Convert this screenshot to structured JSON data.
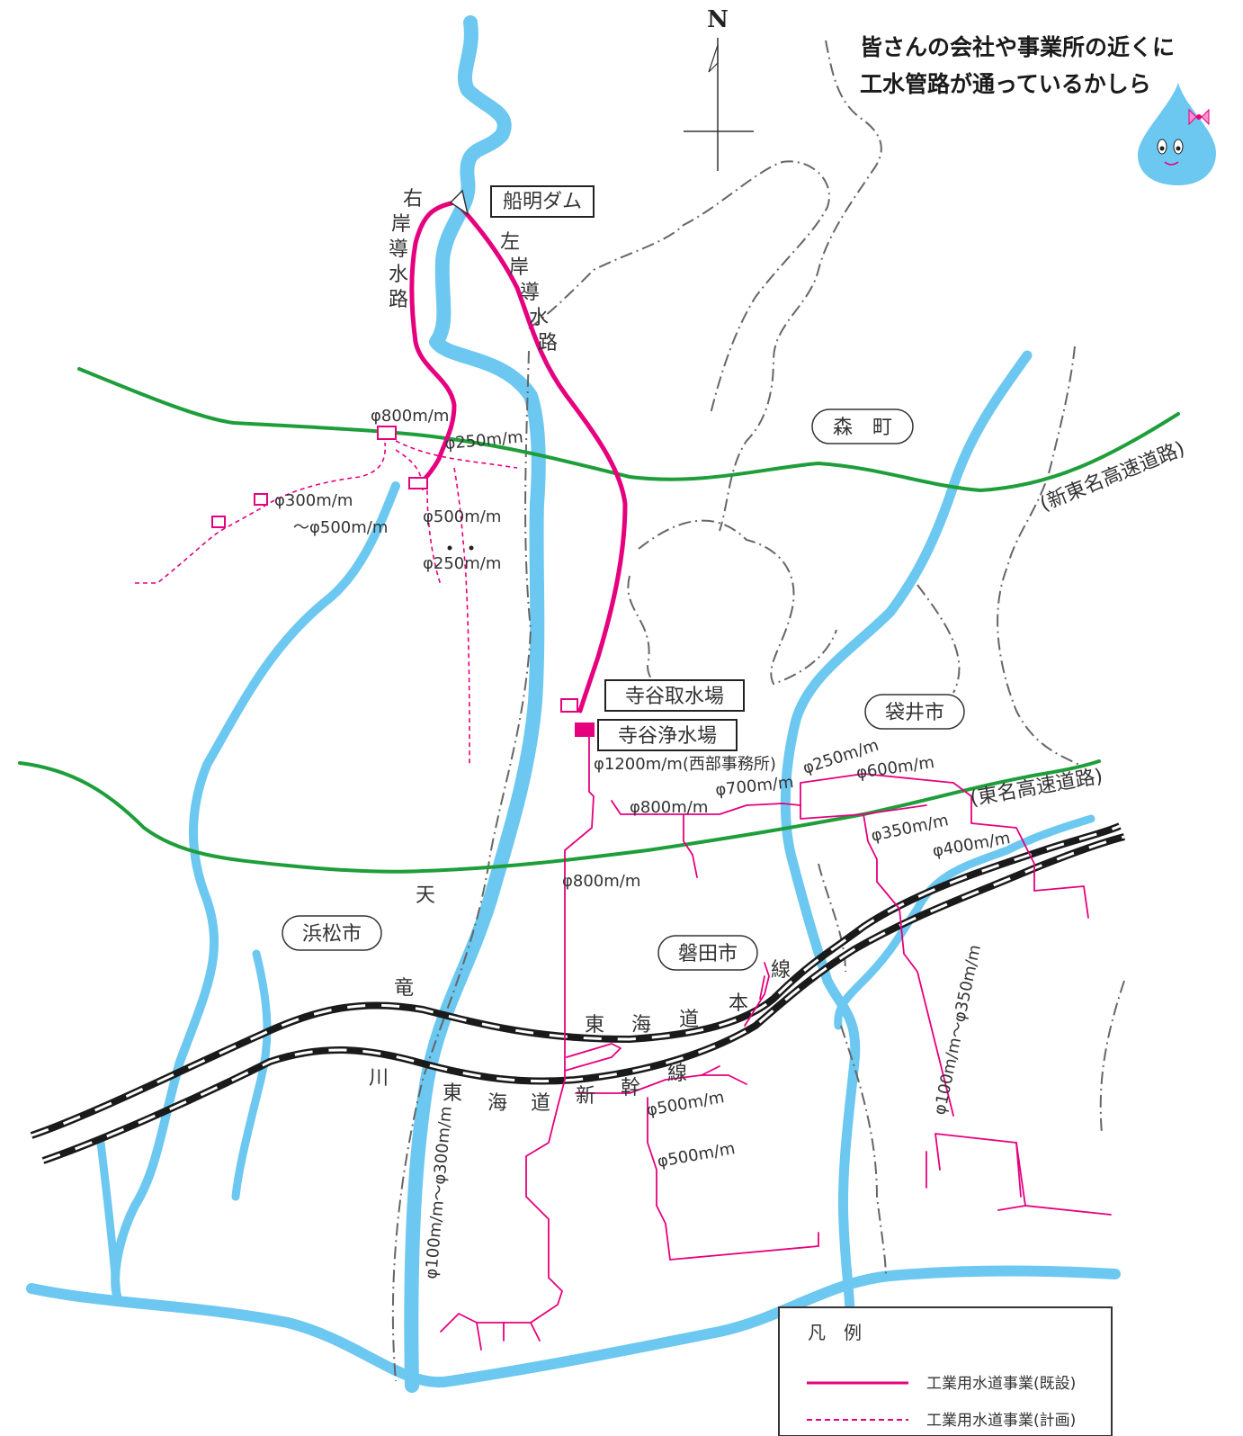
{
  "compass": "N",
  "speech": {
    "line1": "皆さんの会社や事業所の近くに",
    "line2": "工水管路が通っているかしら"
  },
  "facilities": {
    "dam": "船明ダム",
    "intake": "寺谷取水場",
    "plant": "寺谷浄水場"
  },
  "channels": {
    "right": [
      "右",
      "岸",
      "導",
      "水",
      "路"
    ],
    "left": [
      "左",
      "岸",
      "導",
      "水",
      "路"
    ]
  },
  "towns": {
    "mori": "森　町",
    "fukuroi": "袋井市",
    "iwata": "磐田市",
    "hamamatsu": "浜松市"
  },
  "highways": {
    "shin_tomei": "(新東名高速道路)",
    "tomei": "(東名高速道路)"
  },
  "river": [
    "天",
    "竜",
    "川"
  ],
  "railways": {
    "tokaido_main": [
      "線",
      "本",
      "道",
      "海",
      "東"
    ],
    "shinkansen": [
      "線",
      "幹",
      "新",
      "道",
      "海",
      "東"
    ]
  },
  "pipe_sizes": {
    "d800_top": "φ800m/m",
    "d250_top": "φ250m/m",
    "d300_500": "φ300m/m",
    "d300_500b": "～φ500m/m",
    "d500_mid": "φ500m/m",
    "d250_mid": "φ250m/m",
    "d1200": "φ1200m/m(西部事務所)",
    "d250_east": "φ250m/m",
    "d600": "φ600m/m",
    "d700": "φ700m/m",
    "d800_a": "φ800m/m",
    "d350": "φ350m/m",
    "d400": "φ400m/m",
    "d800_b": "φ800m/m",
    "d100_350": "φ100m/m～φ350m/m",
    "d500_s1": "φ500m/m",
    "d500_s2": "φ500m/m",
    "d100_300": "φ100m/m～φ300m/m"
  },
  "legend": {
    "title": "凡　例",
    "existing": "工業用水道事業(既設)",
    "planned": "工業用水道事業(計画)"
  },
  "colors": {
    "existing_pipe": "#e6007e",
    "planned_pipe": "#e6007e",
    "river": "#6cc8f0",
    "highway": "#1e9e3a",
    "railway": "#1a1a1a",
    "boundary": "#666666"
  }
}
